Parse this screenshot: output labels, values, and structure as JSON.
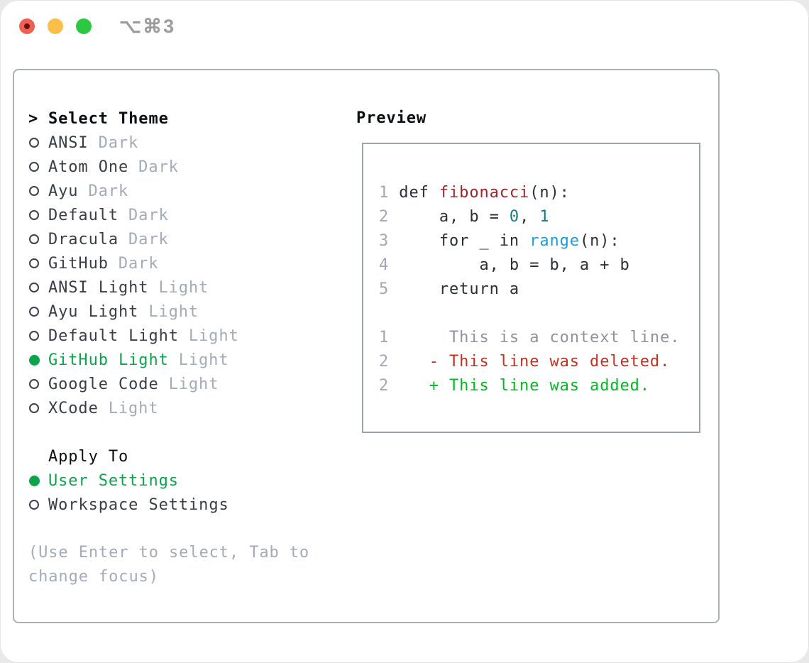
{
  "window": {
    "title": "⌥⌘3"
  },
  "theme_picker": {
    "cursor": ">",
    "title": "Select Theme",
    "items": [
      {
        "name": "ANSI",
        "tag": "Dark",
        "selected": false
      },
      {
        "name": "Atom One",
        "tag": "Dark",
        "selected": false
      },
      {
        "name": "Ayu",
        "tag": "Dark",
        "selected": false
      },
      {
        "name": "Default",
        "tag": "Dark",
        "selected": false
      },
      {
        "name": "Dracula",
        "tag": "Dark",
        "selected": false
      },
      {
        "name": "GitHub",
        "tag": "Dark",
        "selected": false
      },
      {
        "name": "ANSI Light",
        "tag": "Light",
        "selected": false
      },
      {
        "name": "Ayu Light",
        "tag": "Light",
        "selected": false
      },
      {
        "name": "Default Light",
        "tag": "Light",
        "selected": false
      },
      {
        "name": "GitHub Light",
        "tag": "Light",
        "selected": true
      },
      {
        "name": "Google Code",
        "tag": "Light",
        "selected": false
      },
      {
        "name": "XCode",
        "tag": "Light",
        "selected": false
      }
    ]
  },
  "apply_to": {
    "title": "Apply To",
    "items": [
      {
        "name": "User Settings",
        "selected": true
      },
      {
        "name": "Workspace Settings",
        "selected": false
      }
    ]
  },
  "hint": {
    "text": "(Use Enter to select, Tab to change focus)"
  },
  "preview": {
    "title": "Preview",
    "code_lines": [
      [
        [
          "ln",
          "1"
        ],
        [
          "code",
          " def "
        ],
        [
          "func",
          "fibonacci"
        ],
        [
          "code",
          "(n):"
        ]
      ],
      [
        [
          "ln",
          "2"
        ],
        [
          "code",
          "     a, b = "
        ],
        [
          "num",
          "0"
        ],
        [
          "code",
          ", "
        ],
        [
          "num",
          "1"
        ]
      ],
      [
        [
          "ln",
          "3"
        ],
        [
          "code",
          "     for _ in "
        ],
        [
          "blt",
          "range"
        ],
        [
          "code",
          "(n):"
        ]
      ],
      [
        [
          "ln",
          "4"
        ],
        [
          "code",
          "         a, b = b, a + b"
        ]
      ],
      [
        [
          "ln",
          "5"
        ],
        [
          "code",
          "     return a"
        ]
      ]
    ],
    "diff_lines": [
      [
        [
          "ln",
          "1"
        ],
        [
          "ctx",
          "      This is a context line."
        ]
      ],
      [
        [
          "ln",
          "2"
        ],
        [
          "del",
          "    - This line was deleted."
        ]
      ],
      [
        [
          "ln",
          "2"
        ],
        [
          "add",
          "    + This line was added."
        ]
      ]
    ]
  },
  "colors": {
    "traffic_red": "#f05f54",
    "traffic_red_dot": "#6d1008",
    "traffic_yellow": "#fbbe48",
    "traffic_green": "#2bc840",
    "title_gray": "#9c9c9c",
    "panel_border": "#a9b0ba",
    "box_border": "#9aa3ae",
    "heading": "#0c0f12",
    "text_dark": "#383e45",
    "radio_ring": "#3c4249",
    "muted": "#a2abb8",
    "accent_green": "#0ba44b",
    "lineno_gray": "#9fa8b6",
    "code_dark": "#2a2f35",
    "func_red": "#a3232b",
    "num_teal": "#0e7f86",
    "blt_blue": "#1a9ed9",
    "ctx_gray": "#8d939c",
    "del_red": "#c5301f",
    "add_green": "#00bb1f"
  }
}
